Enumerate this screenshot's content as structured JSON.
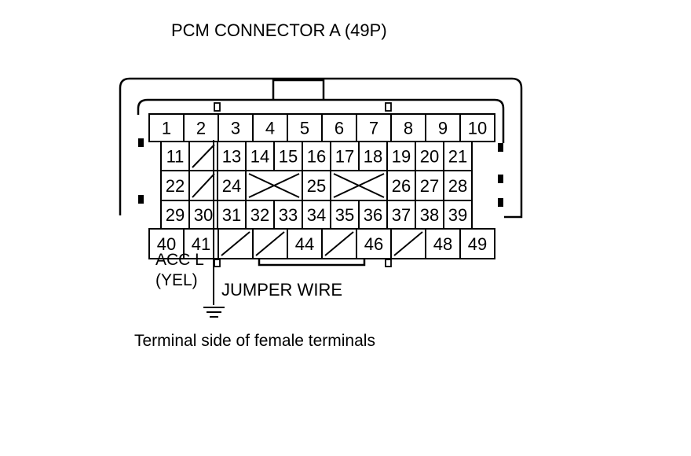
{
  "title": "PCM CONNECTOR A (49P)",
  "caption": "Terminal side of female terminals",
  "wire_label": "ACC L",
  "wire_color": "(YEL)",
  "jumper_label": "JUMPER WIRE",
  "connector": {
    "rows": [
      [
        "1",
        "2",
        "3",
        "4",
        "5",
        "6",
        "7",
        "8",
        "9",
        "10"
      ],
      [
        "11",
        "",
        "13",
        "14",
        "15",
        "16",
        "17",
        "18",
        "19",
        "20",
        "21"
      ],
      [
        "22",
        "",
        "24",
        "",
        "25",
        "",
        "26",
        "27",
        "28"
      ],
      [
        "29",
        "30",
        "31",
        "32",
        "33",
        "34",
        "35",
        "36",
        "37",
        "38",
        "39"
      ],
      [
        "40",
        "41",
        "",
        "",
        "44",
        "",
        "46",
        "",
        "48",
        "49"
      ]
    ]
  }
}
